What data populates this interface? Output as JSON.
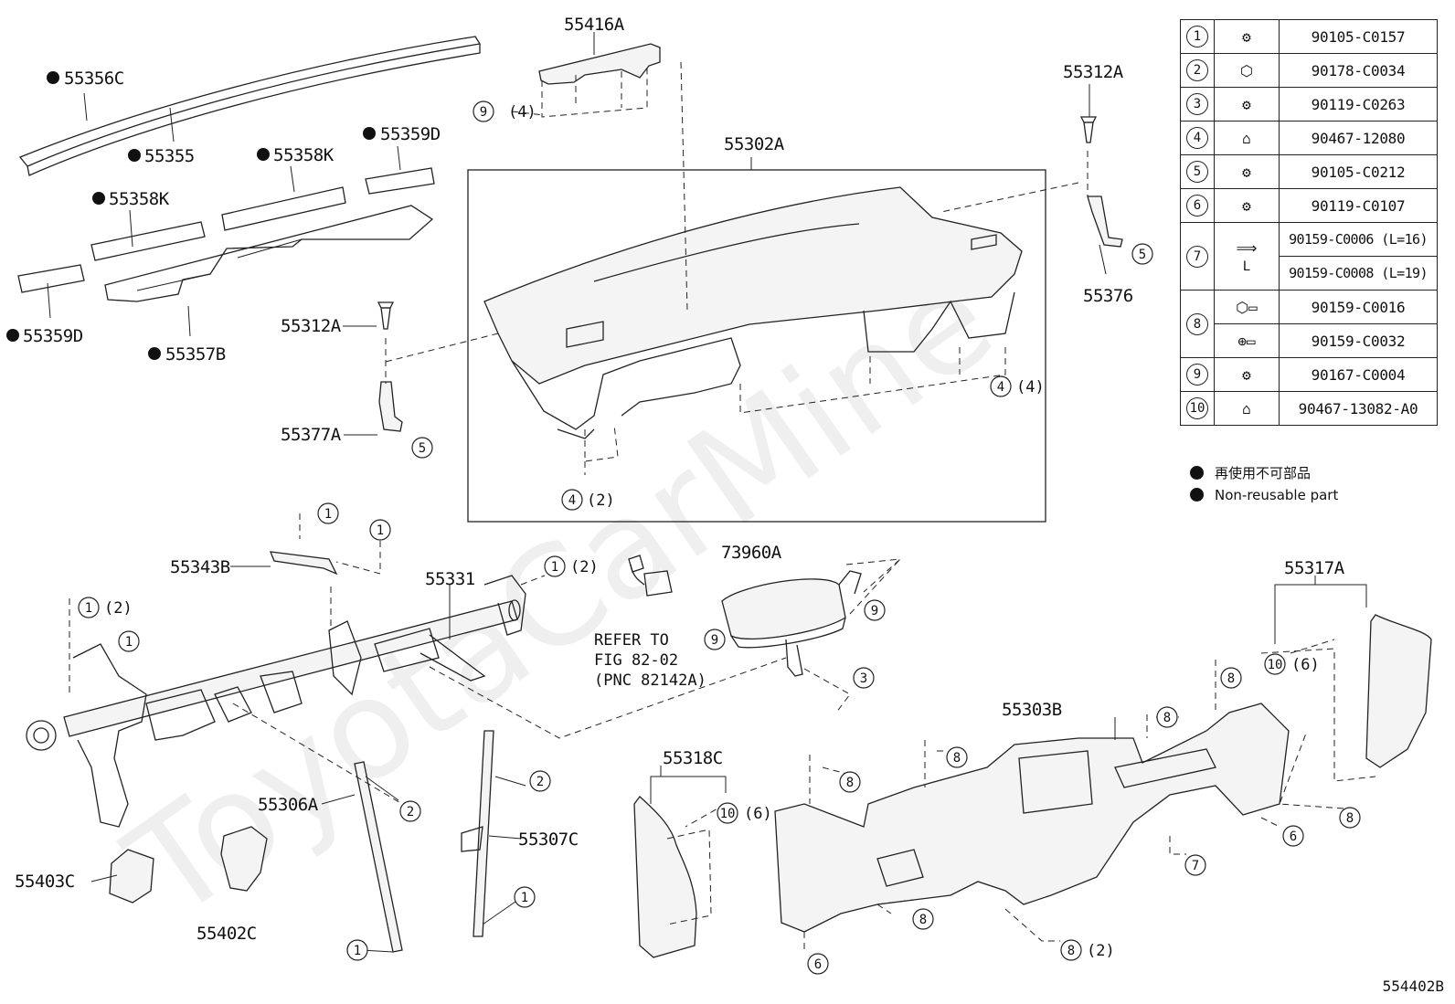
{
  "labels": {
    "p55356C": "55356C",
    "p55355": "55355",
    "p55358K_a": "55358K",
    "p55359D_a": "55359D",
    "p55358K_b": "55358K",
    "p55359D_b": "55359D",
    "p55357B": "55357B",
    "p55416A": "55416A",
    "p55302A": "55302A",
    "p55312A_a": "55312A",
    "p55312A_b": "55312A",
    "p55376": "55376",
    "p55377A": "55377A",
    "p55343B": "55343B",
    "p55331": "55331",
    "p73960A": "73960A",
    "p55317A": "55317A",
    "p55303B": "55303B",
    "p55318C": "55318C",
    "p55306A": "55306A",
    "p55307C": "55307C",
    "p55403C": "55403C",
    "p55402C": "55402C"
  },
  "refer_note": {
    "line1": "REFER TO",
    "line2": "FIG 82-02",
    "line3": "(PNC 82142A)"
  },
  "callouts": {
    "c1": "1",
    "c2": "2",
    "c3": "3",
    "c4": "4",
    "c5": "5",
    "c6": "6",
    "c7": "7",
    "c8": "8",
    "c9": "9",
    "c10": "10",
    "q2": "(2)",
    "q4": "(4)",
    "q6": "(6)"
  },
  "legend": [
    {
      "num": "1",
      "pn": "90105-C0157"
    },
    {
      "num": "2",
      "pn": "90178-C0034"
    },
    {
      "num": "3",
      "pn": "90119-C0263"
    },
    {
      "num": "4",
      "pn": "90467-12080"
    },
    {
      "num": "5",
      "pn": "90105-C0212"
    },
    {
      "num": "6",
      "pn": "90119-C0107"
    },
    {
      "num": "7",
      "pn_a": "90159-C0006",
      "len_a": "(L=16)",
      "pn_b": "90159-C0008",
      "len_b": "(L=19)",
      "dim": "L"
    },
    {
      "num": "8",
      "pn_a": "90159-C0016",
      "pn_b": "90159-C0032"
    },
    {
      "num": "9",
      "pn": "90167-C0004"
    },
    {
      "num": "10",
      "pn": "90467-13082-A0"
    }
  ],
  "notes": {
    "jp": "再使用不可部品",
    "en": "Non-reusable part"
  },
  "watermark": "ToyotaCarMine",
  "figure_id": "554402B"
}
